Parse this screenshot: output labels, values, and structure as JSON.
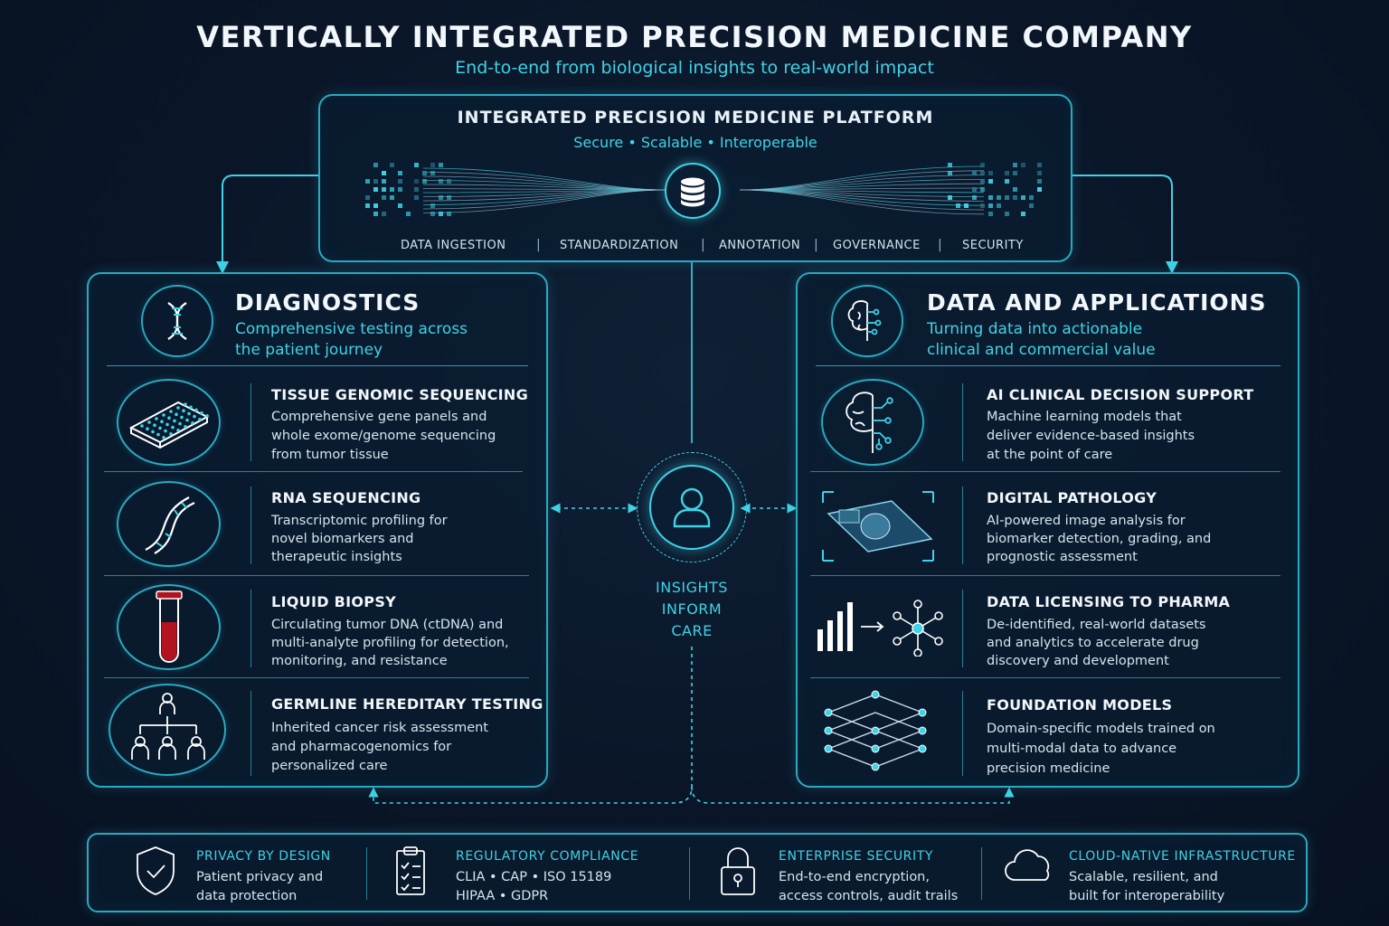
{
  "header": {
    "title": "VERTICALLY INTEGRATED PRECISION MEDICINE COMPANY",
    "subtitle": "End-to-end from biological insights to real-world impact"
  },
  "platform": {
    "title": "INTEGRATED PRECISION MEDICINE PLATFORM",
    "subtitle": "Secure • Scalable • Interoperable",
    "features": [
      "DATA INGESTION",
      "STANDARDIZATION",
      "ANNOTATION",
      "GOVERNANCE",
      "SECURITY"
    ]
  },
  "diagnostics": {
    "title": "DIAGNOSTICS",
    "subtitle_line1": "Comprehensive testing across",
    "subtitle_line2": "the patient journey",
    "items": [
      {
        "title": "TISSUE GENOMIC SEQUENCING",
        "desc": [
          "Comprehensive gene panels and",
          "whole exome/genome sequencing",
          "from tumor tissue"
        ],
        "icon": "microarray-chip-icon"
      },
      {
        "title": "RNA SEQUENCING",
        "desc": [
          "Transcriptomic profiling for",
          "novel biomarkers and",
          "therapeutic insights"
        ],
        "icon": "dna-helix-icon"
      },
      {
        "title": "LIQUID BIOPSY",
        "desc": [
          "Circulating tumor DNA (ctDNA) and",
          "multi-analyte profiling for detection,",
          "monitoring, and resistance"
        ],
        "icon": "blood-tube-icon"
      },
      {
        "title": "GERMLINE HEREDITARY TESTING",
        "desc": [
          "Inherited cancer risk assessment",
          "and pharmacogenomics for",
          "personalized care"
        ],
        "icon": "family-tree-icon"
      }
    ]
  },
  "data_apps": {
    "title": "DATA AND APPLICATIONS",
    "subtitle_line1": "Turning data into actionable",
    "subtitle_line2": "clinical and commercial value",
    "items": [
      {
        "title": "AI CLINICAL DECISION SUPPORT",
        "desc": [
          "Machine learning models that",
          "deliver evidence-based insights",
          "at the point of care"
        ],
        "icon": "ai-brain-icon"
      },
      {
        "title": "DIGITAL PATHOLOGY",
        "desc": [
          "AI-powered image analysis for",
          "biomarker detection, grading, and",
          "prognostic assessment"
        ],
        "icon": "pathology-slide-icon"
      },
      {
        "title": "DATA LICENSING TO PHARMA",
        "desc": [
          "De-identified, real-world datasets",
          "and analytics to accelerate drug",
          "discovery and development"
        ],
        "icon": "data-network-icon"
      },
      {
        "title": "FOUNDATION MODELS",
        "desc": [
          "Domain-specific models trained on",
          "multi-modal data to advance",
          "precision medicine"
        ],
        "icon": "layered-network-icon"
      }
    ]
  },
  "center": {
    "label_line1": "INSIGHTS",
    "label_line2": "INFORM",
    "label_line3": "CARE",
    "icon": "patient-icon"
  },
  "footer": [
    {
      "title": "PRIVACY BY DESIGN",
      "desc": [
        "Patient privacy and",
        "data protection"
      ],
      "icon": "shield-check-icon"
    },
    {
      "title": "REGULATORY COMPLIANCE",
      "desc": [
        "CLIA • CAP • ISO 15189",
        "HIPAA • GDPR"
      ],
      "icon": "checklist-icon"
    },
    {
      "title": "ENTERPRISE SECURITY",
      "desc": [
        "End-to-end encryption,",
        "access controls, audit trails"
      ],
      "icon": "padlock-icon"
    },
    {
      "title": "CLOUD-NATIVE INFRASTRUCTURE",
      "desc": [
        "Scalable, resilient, and",
        "built for interoperability"
      ],
      "icon": "cloud-icon"
    }
  ],
  "colors": {
    "background": "#0a1628",
    "accent": "#3ed3e6",
    "border": "#2aa9c0",
    "text": "#f2f7fb",
    "blood": "#b3121f"
  }
}
